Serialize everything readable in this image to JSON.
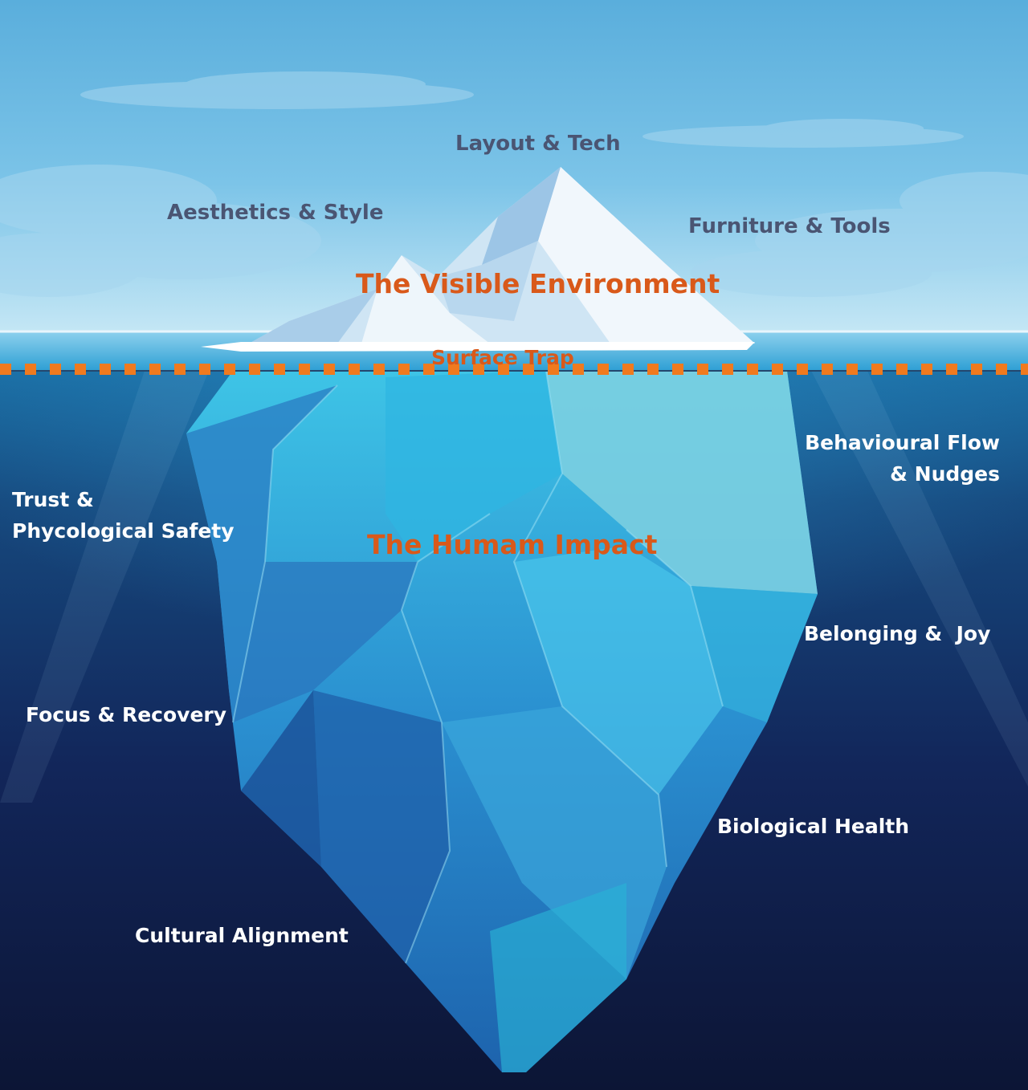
{
  "colors": {
    "sky_top": "#5eb0dd",
    "sky_bottom": "#bfe4f4",
    "deep_water": "#0f1a3a",
    "surface_water": "#38a8d8",
    "accent_orange": "#f07a1e",
    "headline_orange": "#d9591a",
    "above_label": "#4a5573",
    "below_label": "#ffffff"
  },
  "icons": [
    "iceberg-illustration",
    "cloud",
    "waterline-dashes"
  ],
  "above_water": {
    "headline": "The Visible Environment",
    "labels": {
      "layout": "Layout & Tech",
      "aesthetics": "Aesthetics & Style",
      "furniture": "Furniture & Tools"
    }
  },
  "waterline": {
    "label": "Surface Trap"
  },
  "below_water": {
    "headline": "The Humam Impact",
    "labels": {
      "behaviour_1": "Behavioural Flow",
      "behaviour_2": "& Nudges",
      "trust_1": "Trust &",
      "trust_2": "Phycological Safety",
      "belonging": "Belonging &  Joy",
      "focus": "Focus & Recovery",
      "biological": "Biological Health",
      "cultural": "Cultural Alignment"
    }
  }
}
